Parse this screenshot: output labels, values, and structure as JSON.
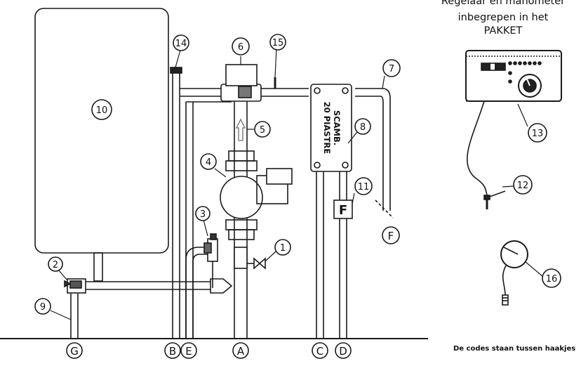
{
  "header": {
    "line1": "Regelaar en manometer",
    "line2": "inbegrepen in het",
    "line3": "PAKKET"
  },
  "exchanger_label": {
    "line1": "SCAMB.",
    "line2": "20 PIASTRE"
  },
  "flow_meter_letter": "F",
  "callouts": {
    "c1": "1",
    "c2": "2",
    "c3": "3",
    "c4": "4",
    "c5": "5",
    "c6": "6",
    "c7": "7",
    "c8": "8",
    "c9": "9",
    "c10": "10",
    "c11": "11",
    "c12": "12",
    "c13": "13",
    "c14": "14",
    "c15": "15",
    "c16": "16"
  },
  "codes": {
    "G": "G",
    "B": "B",
    "E": "E",
    "A": "A",
    "C": "C",
    "D": "D",
    "F": "F"
  },
  "footnote": "De codes staan tussen haakjes"
}
